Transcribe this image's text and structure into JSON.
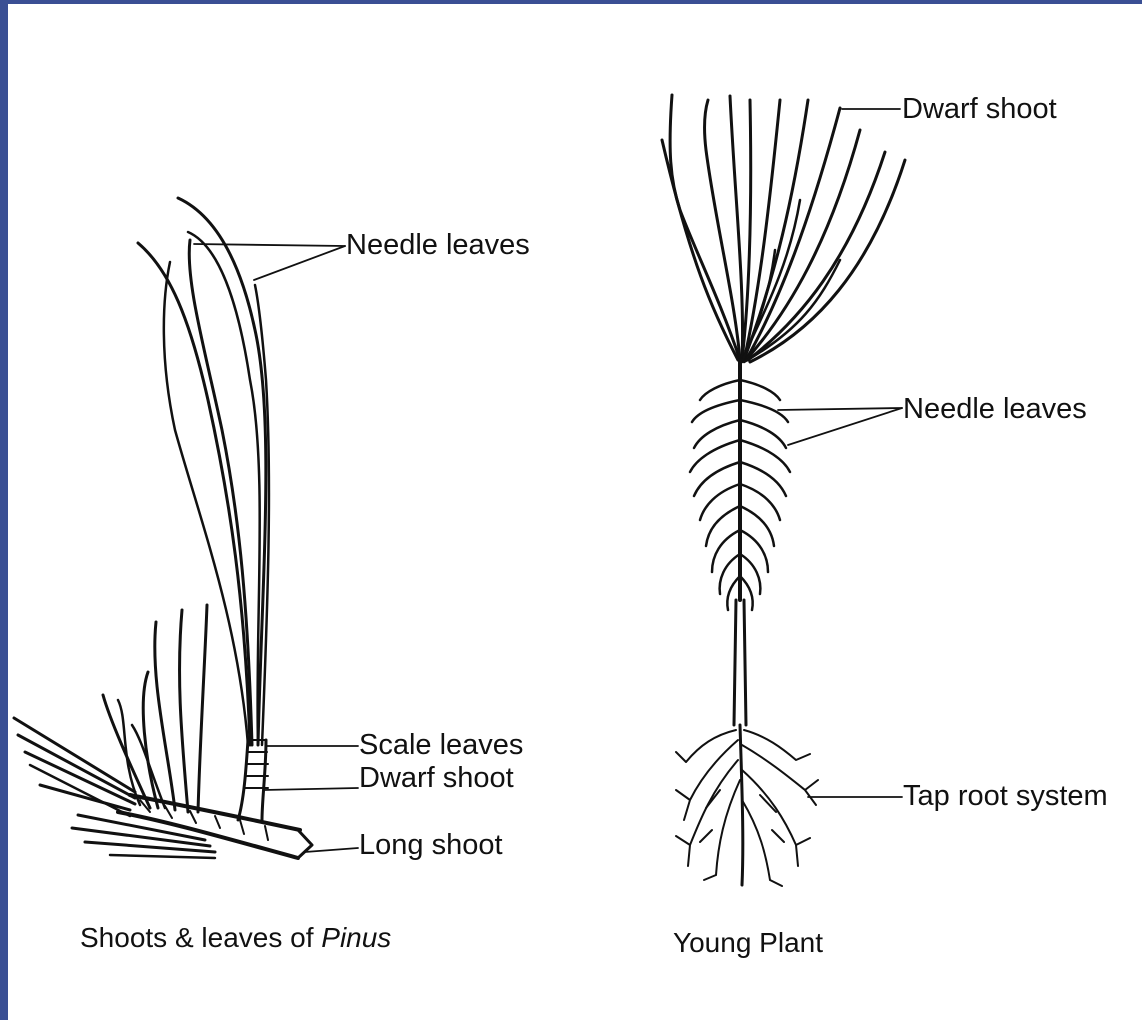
{
  "left_figure": {
    "labels": {
      "needle_leaves": "Needle leaves",
      "scale_leaves": "Scale leaves",
      "dwarf_shoot": "Dwarf shoot",
      "long_shoot": "Long shoot"
    },
    "caption_prefix": "Shoots & leaves of ",
    "caption_genus": "Pinus"
  },
  "right_figure": {
    "labels": {
      "dwarf_shoot": "Dwarf shoot",
      "needle_leaves": "Needle leaves",
      "tap_root_system": "Tap root system"
    },
    "caption": "Young Plant"
  },
  "colors": {
    "frame": "#3a4f94",
    "ink": "#111111"
  }
}
